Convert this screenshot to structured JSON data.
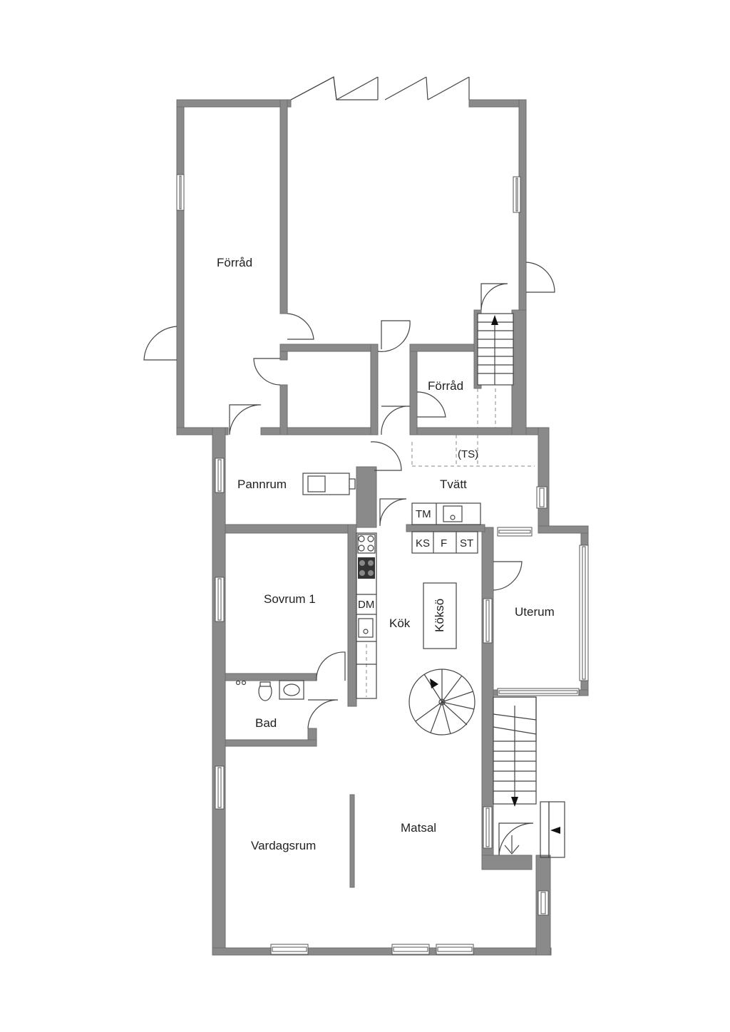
{
  "rooms": {
    "forrad_large": "Förråd",
    "forrad_small": "Förråd",
    "pannrum": "Pannrum",
    "tvatt": "Tvätt",
    "sovrum": "Sovrum 1",
    "kok": "Kök",
    "koksö": "Köksö",
    "uterum": "Uterum",
    "bad": "Bad",
    "matsal": "Matsal",
    "vardagsrum": "Vardagsrum"
  },
  "fixtures": {
    "ts": "(TS)",
    "tm": "TM",
    "ks": "KS",
    "f": "F",
    "st": "ST",
    "dm": "DM"
  },
  "colors": {
    "wall": "#8a8a8a",
    "line": "#444444",
    "background": "#ffffff"
  }
}
